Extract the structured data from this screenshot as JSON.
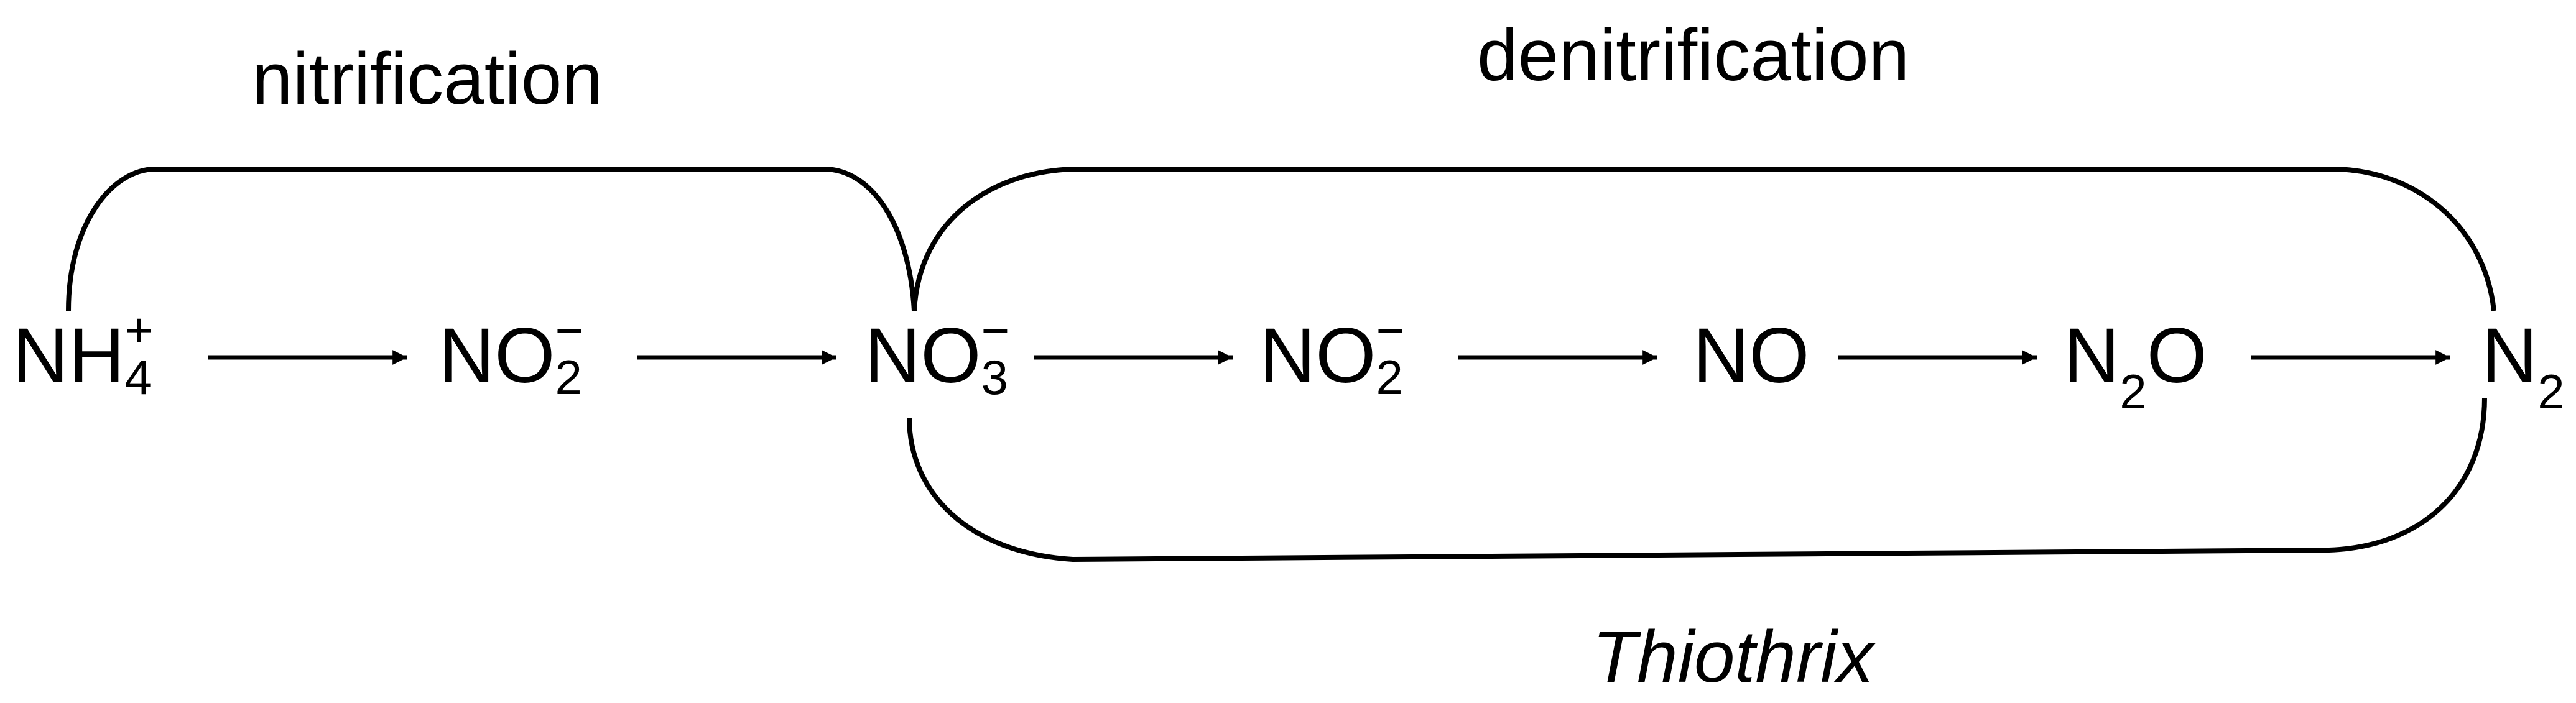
{
  "labels": {
    "nitrification": "nitrification",
    "denitrification": "denitrification",
    "organism": "Thiothrix"
  },
  "species": {
    "ammonium": {
      "base": "NH",
      "sub": "4",
      "sup": "+"
    },
    "nitrite_1": {
      "base": "NO",
      "sub": "2",
      "sup": "−"
    },
    "nitrate": {
      "base": "NO",
      "sub": "3",
      "sup": "−"
    },
    "nitrite_2": {
      "base": "NO",
      "sub": "2",
      "sup": "−"
    },
    "nitric_oxide": {
      "base": "NO"
    },
    "nitrous_oxide": {
      "base1": "N",
      "sub": "2",
      "base2": "O"
    },
    "dinitrogen": {
      "base": "N",
      "sub": "2"
    }
  },
  "colors": {
    "ink": "#000000",
    "background": "#ffffff"
  }
}
